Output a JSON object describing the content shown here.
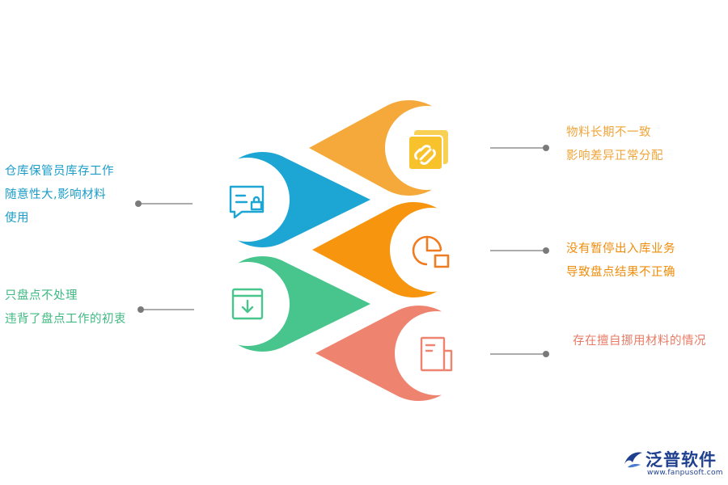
{
  "items": [
    {
      "id": "material-shortage",
      "lines": [
        "物料长期不一致",
        "影响差异正常分配"
      ],
      "color": "#f6a93b",
      "icon": "link-icon"
    },
    {
      "id": "storekeeper-random",
      "lines": [
        "仓库保管员库存工作",
        "随意性大,影响材料",
        "使用"
      ],
      "color": "#1da6d3",
      "icon": "message-lock-icon"
    },
    {
      "id": "no-pause",
      "lines": [
        "没有暂停出入库业务",
        "导致盘点结果不正确"
      ],
      "color": "#f7950e",
      "icon": "pie-chart-icon"
    },
    {
      "id": "count-only",
      "lines": [
        "只盘点不处理",
        "违背了盘点工作的初衷"
      ],
      "color": "#48c48d",
      "icon": "inbox-download-icon"
    },
    {
      "id": "misuse",
      "lines": [
        "存在擅自挪用材料的情况"
      ],
      "color": "#ee8470",
      "icon": "document-icon"
    }
  ],
  "logo": {
    "brand": "泛普软件",
    "site": "www.fanpusoft.com",
    "color": "#1f3f8f"
  }
}
